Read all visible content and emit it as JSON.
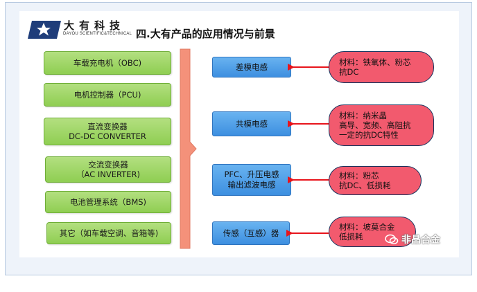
{
  "logo": {
    "company_cn": "大有科技",
    "company_en": "DAYOU SCIENTIFIC&TECHNICAL"
  },
  "title": "四.大有产品的应用情况与前景",
  "applications": [
    [
      "车载充电机（OBC)"
    ],
    [
      "电机控制器（PCU)"
    ],
    [
      "直流变换器",
      "DC-DC CONVERTER"
    ],
    [
      "交流变换器",
      "（AC INVERTER)"
    ],
    [
      "电池管理系统（BMS)"
    ],
    [
      "其它（如车载空调、音箱等)"
    ]
  ],
  "inductors": [
    [
      "差模电感"
    ],
    [
      "共模电感"
    ],
    [
      "PFC、升压电感",
      "输出滤波电感"
    ],
    [
      "传感（互感）器"
    ]
  ],
  "materials": [
    [
      "材料：铁氧体、粉芯",
      "抗DC"
    ],
    [
      "材料：纳米晶",
      "高导、宽频、高阻抗",
      "一定的抗DC特性"
    ],
    [
      "材料：粉芯",
      "抗DC、低损耗"
    ],
    [
      "材料：坡莫合金",
      "低损耗"
    ]
  ],
  "watermark": "非晶合金",
  "colors": {
    "app_green": "#9ad660",
    "bar_salmon": "#f4917a",
    "inductor_blue": "#4b9be6",
    "material_red": "#f25a6e",
    "arrow_red": "#e8141b"
  }
}
